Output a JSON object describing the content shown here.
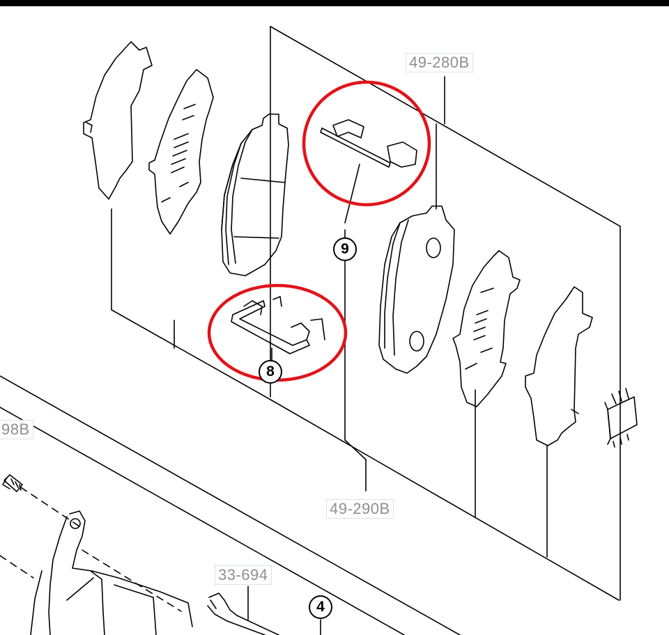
{
  "labels": {
    "pad_kit_front": "49-280B",
    "pad_kit_rear": "49-290B",
    "bolt_kit": "98B",
    "guide_pin": "33-694"
  },
  "callouts": {
    "clip_upper": "9",
    "clip_lower": "8",
    "caliper": "4"
  },
  "colors": {
    "line": "#000000",
    "highlight": "#e0141a",
    "label_text": "#8e8e8e",
    "label_border": "#b9c7d6"
  }
}
